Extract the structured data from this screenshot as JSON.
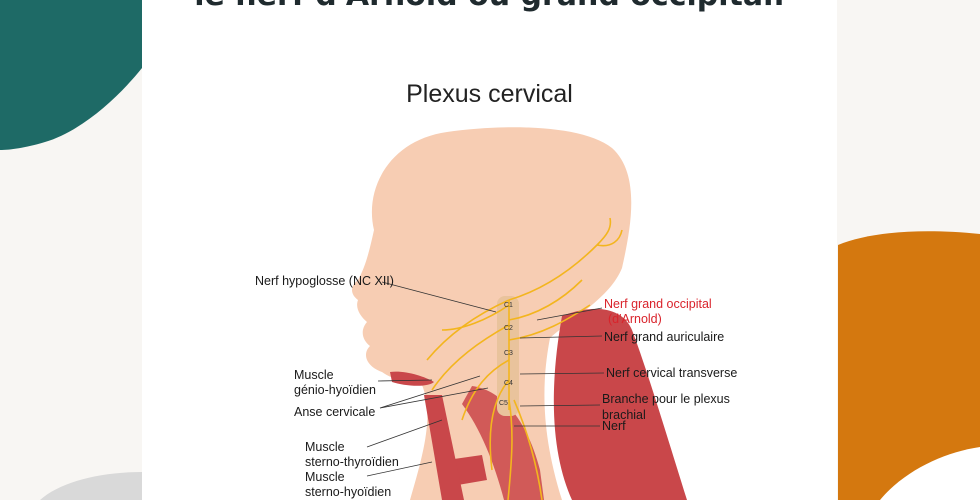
{
  "page": {
    "heading": "le nerf d'Arnold ou grand occipital.",
    "colors": {
      "teal": "#1e6a66",
      "orange": "#d4780f",
      "grey": "#d9d9d9",
      "skin": "#f7cdb3",
      "nerve": "#f3b51e",
      "muscle": "#c9474a",
      "highlight": "#d9232b"
    }
  },
  "diagram": {
    "title": "Plexus cervical",
    "vertebrae": [
      "C1",
      "C2",
      "C3",
      "C4",
      "C5"
    ],
    "labels_left": {
      "hypoglossal": "Nerf hypoglosse (NC XII)",
      "geniohyoid_1": "Muscle",
      "geniohyoid_2": "génio-hyoïdien",
      "ansa": "Anse cervicale",
      "sternothyroid_1": "Muscle",
      "sternothyroid_2": "sterno-thyroïdien",
      "sternohyoid_1": "Muscle",
      "sternohyoid_2": "sterno-hyoïdien"
    },
    "labels_right": {
      "occipital_1": "Nerf grand occipital",
      "occipital_2": "(d'Arnold)",
      "auricular": "Nerf grand auriculaire",
      "transverse": "Nerf cervical transverse",
      "brachial_1": "Branche pour le plexus",
      "brachial_2": "brachial",
      "nerf": "Nerf"
    }
  }
}
